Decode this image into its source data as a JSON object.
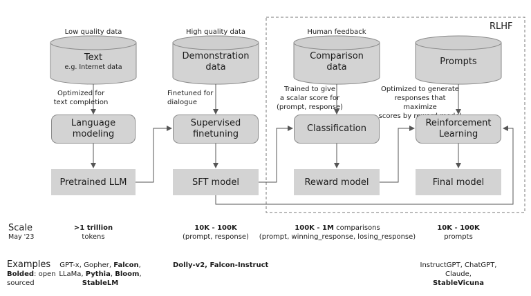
{
  "rlhf_label": "RLHF",
  "stages": {
    "pretrain": {
      "top_caption": "Low quality data",
      "data_title": "Text",
      "data_sub": "e.g. Internet data",
      "edge_label_1": "Optimized for",
      "edge_label_2": "text completion",
      "process": [
        "Language",
        "modeling"
      ],
      "output": "Pretrained LLM"
    },
    "sft": {
      "top_caption": "High quality data",
      "data_title": [
        "Demonstration",
        "data"
      ],
      "edge_label_1": "Finetuned for",
      "edge_label_2": "dialogue",
      "process": [
        "Supervised",
        "finetuning"
      ],
      "output": "SFT model"
    },
    "reward": {
      "top_caption": "Human feedback",
      "data_title": [
        "Comparison",
        "data"
      ],
      "edge_label": [
        "Trained to give",
        "a scalar score for",
        "(prompt, response)"
      ],
      "process": "Classification",
      "output": "Reward model"
    },
    "rl": {
      "data_title": "Prompts",
      "edge_label": [
        "Optimized to generate",
        "responses that maximize",
        "scores by reward model"
      ],
      "process": [
        "Reinforcement",
        "Learning"
      ],
      "output": "Final model"
    }
  },
  "scale": {
    "label": "Scale",
    "sublabel": "May '23",
    "pretrain": {
      "bold": ">1 trillion",
      "rest": "tokens"
    },
    "sft": {
      "bold": "10K - 100K",
      "rest": "(prompt, response)"
    },
    "reward": {
      "bold": "100K - 1M",
      "bold_suffix": " comparisons",
      "rest": "(prompt, winning_response, losing_response)"
    },
    "rl": {
      "bold": "10K - 100K",
      "rest": "prompts"
    }
  },
  "examples": {
    "label": "Examples",
    "sub_bold": "Bolded",
    "sub_rest_1": ": open",
    "sub_rest_2": "sourced",
    "pretrain": {
      "l1_plain": "GPT-x, Gopher, ",
      "l1_bold": "Falcon",
      "l1_end": ",",
      "l2_plain": "LLaMa, ",
      "l2_bold1": "Pythia",
      "l2_sep": ", ",
      "l2_bold2": "Bloom",
      "l2_end": ",",
      "l3_bold": "StableLM"
    },
    "sft": {
      "bold": "Dolly-v2, Falcon-Instruct"
    },
    "rl": {
      "l1": "InstructGPT, ChatGPT,",
      "l2_plain": "Claude, ",
      "l2_bold": "StableVicuna"
    }
  }
}
